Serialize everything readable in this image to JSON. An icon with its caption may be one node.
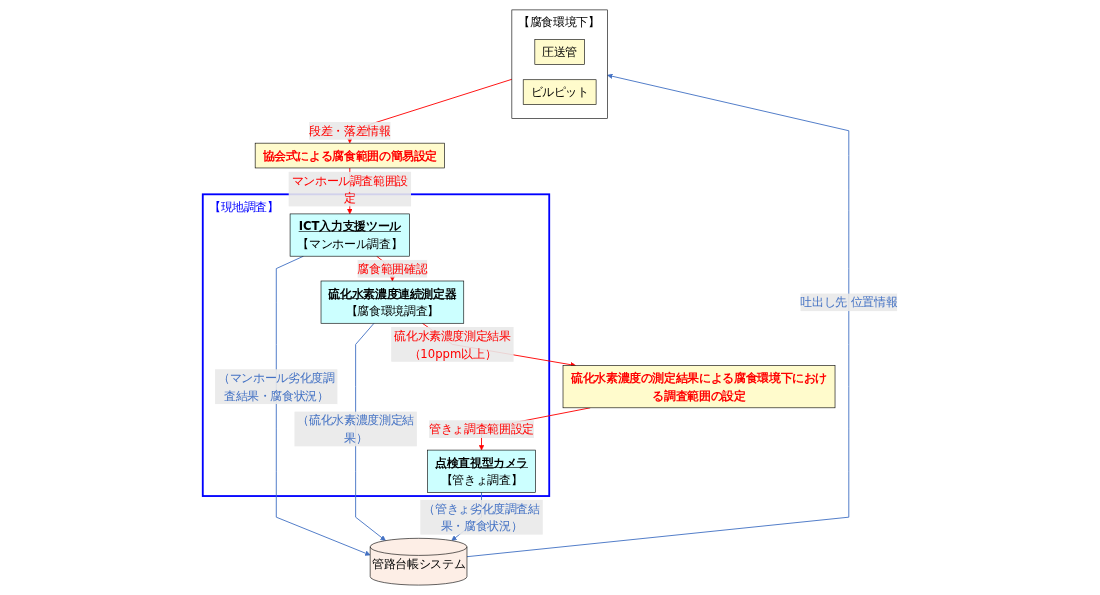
{
  "diagram": {
    "nodes": [
      {
        "text": [
          "管路台帳システム"
        ]
      },
      {
        "text": [
          "【腐食環境下】"
        ]
      },
      {
        "text": [
          "圧送管"
        ],
        "in": 1
      },
      {
        "text": [
          "ビルピット"
        ],
        "in": 1
      },
      {
        "text": [
          "協会式による腐食範囲の簡易設定"
        ]
      },
      {
        "text": [
          "【現地調査】"
        ]
      },
      {
        "text": [
          "ICT入力支援ツール",
          "【マンホール調査】"
        ],
        "in": 5
      },
      {
        "text": [
          "硫化水素濃度連続測定器",
          "【腐食環境調査】"
        ],
        "in": 5
      },
      {
        "text": [
          "点検直視型カメラ",
          "【管きょ調査】"
        ],
        "in": 5
      },
      {
        "text": [
          "硫化水素濃度の測定結果による腐食環境下における調査範囲の設定"
        ]
      }
    ],
    "edges": [
      {
        "from": 0,
        "to": 1,
        "arrow": "to",
        "label": "吐出し先 位置情報",
        "color": "#4472c4"
      },
      {
        "from": 1,
        "to": 4,
        "arrow": "to",
        "label": "段差・落差情報"
      },
      {
        "from": 4,
        "to": 6,
        "arrow": "to",
        "label": "マンホール調査範囲設定"
      },
      {
        "from": 6,
        "to": 0,
        "arrow": "to",
        "label": "（マンホール劣化度調査結果・腐食状況）",
        "color": "#4472c4"
      },
      {
        "from": 6,
        "to": 7,
        "arrow": "to",
        "label": "腐食範囲確認"
      },
      {
        "from": 7,
        "to": 0,
        "arrow": "to",
        "label": "（硫化水素濃度測定結果）",
        "color": "#4472c4"
      },
      {
        "from": 7,
        "to": 9,
        "arrow": "to",
        "label": "硫化水素濃度測定結果（10ppm以上）"
      },
      {
        "from": 9,
        "to": 8,
        "arrow": "to",
        "label": "管きょ調査範囲設定"
      },
      {
        "from": 8,
        "to": 0,
        "arrow": "to",
        "label": "（管きょ劣化度調査結果・腐食状況）",
        "color": "#4472c4"
      }
    ]
  }
}
